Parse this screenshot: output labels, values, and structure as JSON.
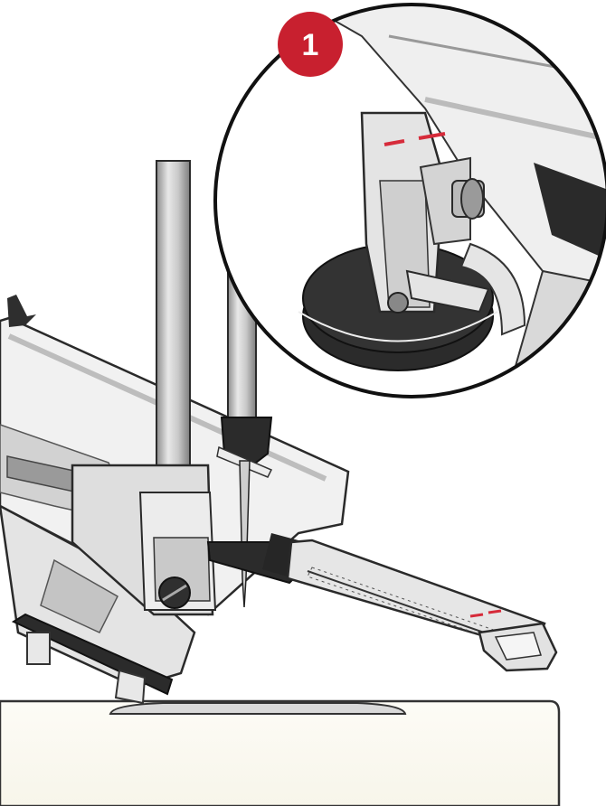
{
  "figure": {
    "step_badge": {
      "label": "1",
      "color": "#c8202f"
    },
    "colors": {
      "metal_light": "#e6e6e6",
      "metal_mid": "#bdbdbd",
      "metal_dark": "#8f8f8f",
      "outline": "#222222",
      "black_part": "#262626",
      "alignment_mark": "#d62b3a",
      "table_surface": "#fbfaf4"
    },
    "icons": {
      "detail_magnifier": "zoom-circle",
      "marker": "step-number-badge"
    }
  }
}
